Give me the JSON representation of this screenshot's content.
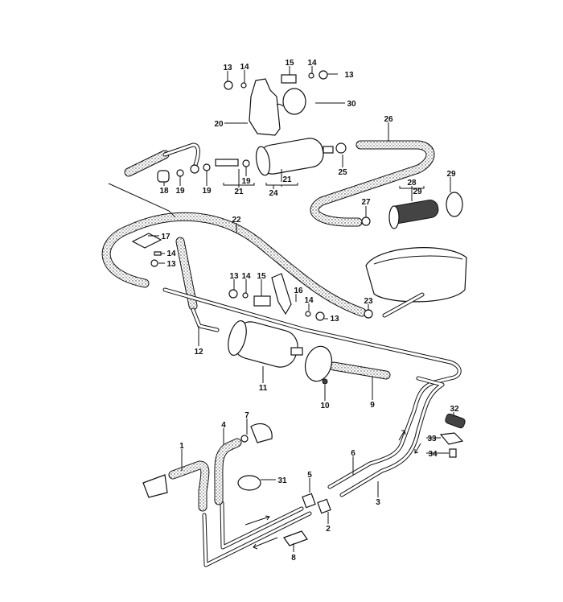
{
  "diagram": {
    "title": "Fuel pump and fuel lines exploded parts diagram",
    "callouts": [
      "13",
      "14",
      "15",
      "14",
      "13",
      "30",
      "20",
      "26",
      "25",
      "21",
      "24",
      "18",
      "19",
      "19",
      "19",
      "21",
      "28",
      "29",
      "29",
      "27",
      "22",
      "17",
      "14",
      "13",
      "13",
      "14",
      "15",
      "16",
      "14",
      "13",
      "23",
      "12",
      "11",
      "10",
      "9",
      "32",
      "33",
      "34",
      "7",
      "4",
      "1",
      "6",
      "31",
      "5",
      "3",
      "2",
      "8"
    ]
  }
}
